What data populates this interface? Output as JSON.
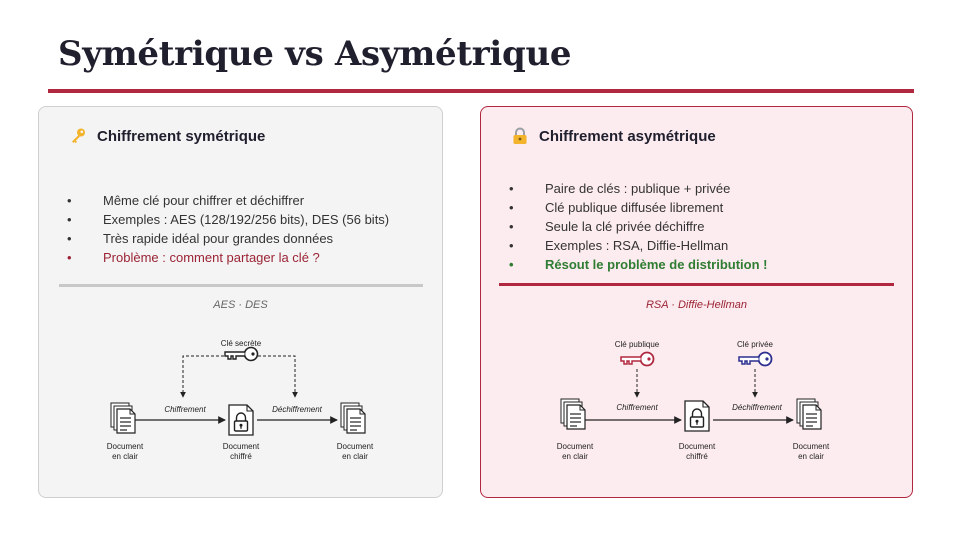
{
  "slide": {
    "title": "Symétrique vs Asymétrique"
  },
  "left": {
    "heading": "Chiffrement symétrique",
    "bullets": [
      "Même clé pour chiffrer et déchiffrer",
      "Exemples : AES (128/192/256 bits), DES (56 bits)",
      "Très rapide  idéal pour grandes données",
      "Problème : comment partager la clé ?"
    ],
    "caption": "AES · DES",
    "diagram": {
      "key_label": "Clé secrète",
      "encrypt_label": "Chiffrement",
      "decrypt_label": "Déchiffrement",
      "doc_in": [
        "Document",
        "en clair"
      ],
      "doc_mid": [
        "Document",
        "chiffré"
      ],
      "doc_out": [
        "Document",
        "en clair"
      ]
    }
  },
  "right": {
    "heading": "Chiffrement asymétrique",
    "bullets": [
      "Paire de clés : publique + privée",
      "Clé publique diffusée librement",
      "Seule la clé privée déchiffre",
      "Exemples : RSA, Diffie-Hellman",
      "Résout le problème de distribution !"
    ],
    "caption": "RSA · Diffie-Hellman",
    "diagram": {
      "public_key_label": "Clé publique",
      "private_key_label": "Clé privée",
      "encrypt_label": "Chiffrement",
      "decrypt_label": "Déchiffrement",
      "doc_in": [
        "Document",
        "en clair"
      ],
      "doc_mid": [
        "Document",
        "chiffré"
      ],
      "doc_out": [
        "Document",
        "en clair"
      ]
    }
  },
  "colors": {
    "accent": "#b0283f",
    "public_key": "#b0283f",
    "private_key": "#2b2f8f",
    "success": "#2e7d32"
  },
  "icons": {
    "left_heading": "key-icon",
    "right_heading": "padlock-icon"
  }
}
